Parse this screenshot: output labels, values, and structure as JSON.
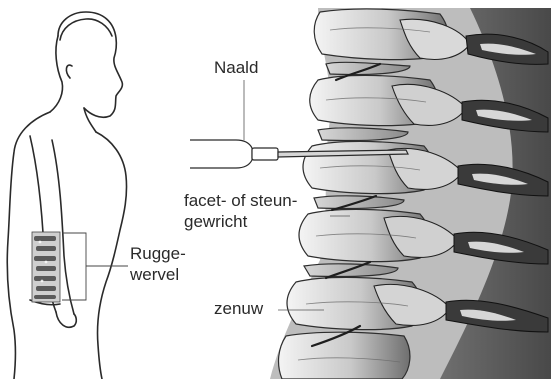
{
  "labels": {
    "needle": "Naald",
    "facet_line1": "facet- of steun-",
    "facet_line2": "gewricht",
    "vertebra_line1": "Rugge-",
    "vertebra_line2": "wervel",
    "nerve": "zenuw"
  },
  "colors": {
    "ink": "#2a2a2a",
    "bone_light": "#e8e8e8",
    "bone_mid": "#a9a9a9",
    "bone_dark": "#3c3c3c",
    "paper": "#ffffff"
  }
}
